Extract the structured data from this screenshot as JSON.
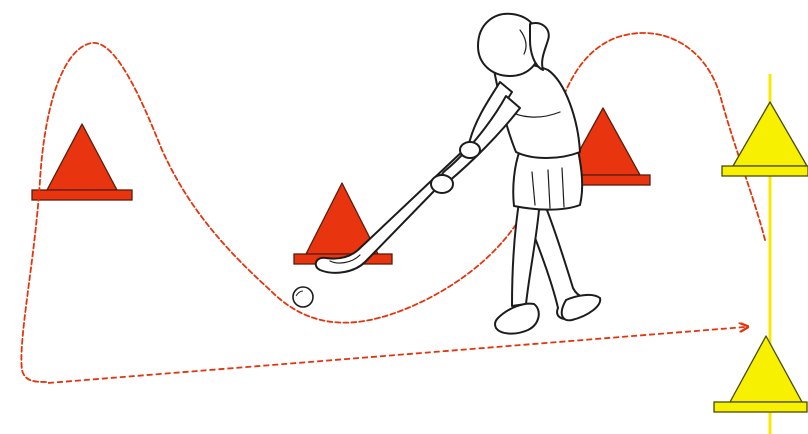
{
  "diagram": {
    "cones": [
      {
        "id": "red-cone-1",
        "color": "#e8340f"
      },
      {
        "id": "red-cone-2",
        "color": "#e8340f"
      },
      {
        "id": "red-cone-3",
        "color": "#e8340f"
      },
      {
        "id": "yellow-cone-top",
        "color": "#f7f000"
      },
      {
        "id": "yellow-cone-bottom",
        "color": "#f7f000"
      }
    ],
    "colors": {
      "red_cone": "#e8340f",
      "red_cone_outline": "#5a1d0a",
      "yellow_cone": "#f7f000",
      "yellow_cone_outline": "#4a4a00",
      "gate_line": "#f7e900",
      "dribble_path": "#e5340c",
      "return_arrow": "#e5340c",
      "player_outline": "#1c1c1c",
      "background": "#ffffff"
    },
    "icons": {
      "player": "field-hockey-player-icon",
      "ball": "ball-icon",
      "stick": "hockey-stick-icon"
    }
  }
}
